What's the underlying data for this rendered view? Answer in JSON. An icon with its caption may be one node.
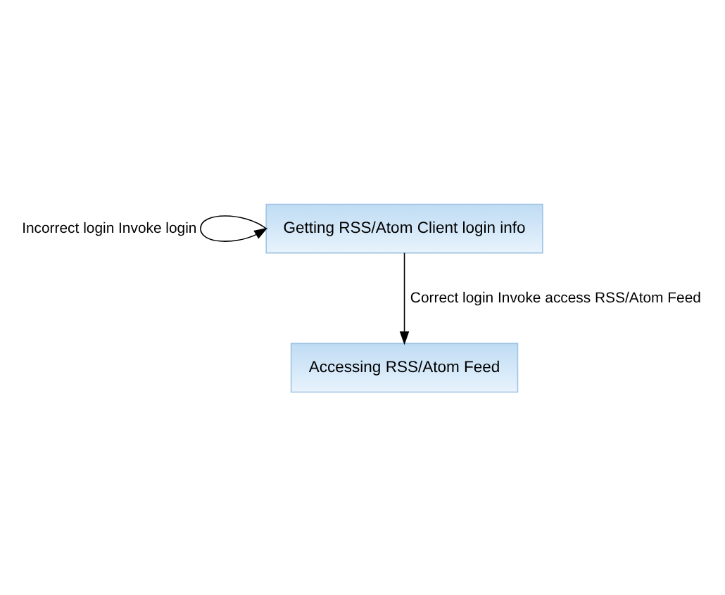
{
  "diagram": {
    "nodes": [
      {
        "text": [
          "Getting RSS/Atom Client login info"
        ]
      },
      {
        "text": [
          "Accessing RSS/Atom Feed"
        ]
      }
    ],
    "edges": [
      {
        "from": 0,
        "to": 0,
        "arrow": "to",
        "label": "Incorrect login Invoke login"
      },
      {
        "from": 0,
        "to": 1,
        "arrow": "to",
        "label": "Correct login Invoke access RSS/Atom Feed"
      }
    ]
  }
}
